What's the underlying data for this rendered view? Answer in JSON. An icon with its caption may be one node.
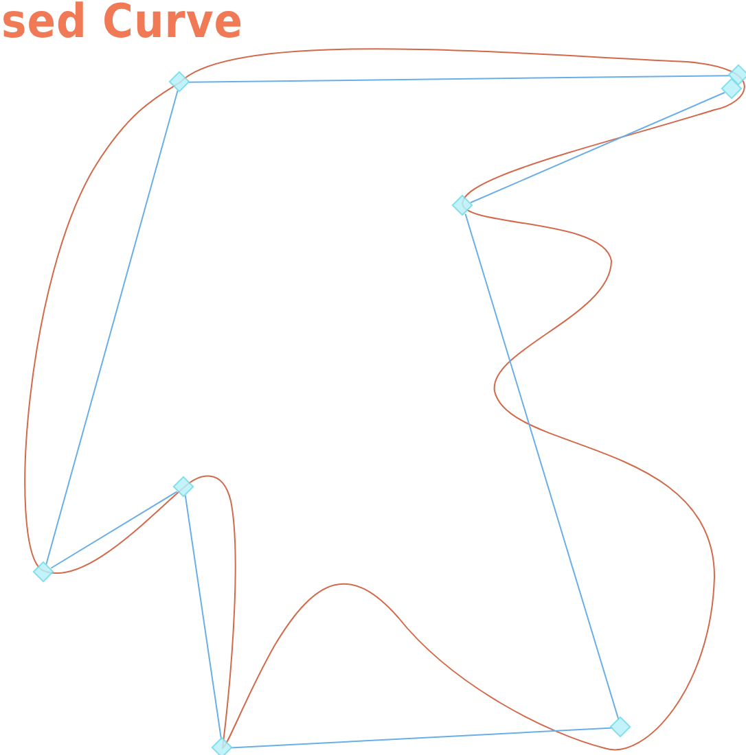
{
  "diagram": {
    "title": "sed Curve",
    "nodes": [
      {
        "text": [],
        "shape": "diamond"
      },
      {
        "text": [],
        "shape": "diamond"
      },
      {
        "text": [],
        "shape": "diamond"
      },
      {
        "text": [],
        "shape": "diamond"
      },
      {
        "text": [],
        "shape": "diamond"
      },
      {
        "text": [],
        "shape": "diamond"
      },
      {
        "text": [],
        "shape": "diamond"
      },
      {
        "text": [],
        "shape": "diamond"
      }
    ],
    "edges": [
      {
        "from": 0,
        "to": 1,
        "arrow": "none"
      },
      {
        "from": 2,
        "to": 3,
        "arrow": "none"
      },
      {
        "from": 3,
        "to": 4,
        "arrow": "none"
      },
      {
        "from": 4,
        "to": 5,
        "arrow": "none"
      },
      {
        "from": 5,
        "to": 6,
        "arrow": "none"
      },
      {
        "from": 6,
        "to": 7,
        "arrow": "none"
      },
      {
        "from": 7,
        "to": 0,
        "arrow": "none"
      }
    ]
  }
}
